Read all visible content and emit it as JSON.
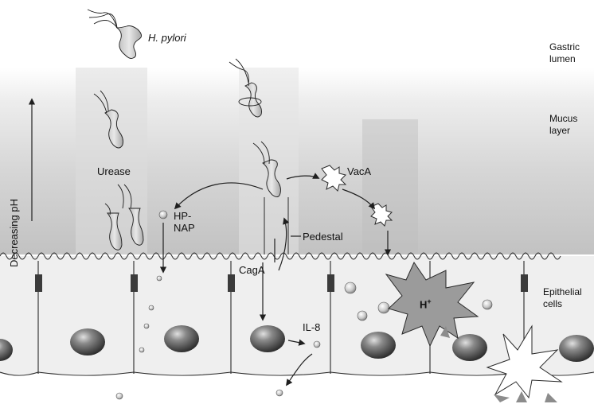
{
  "labels": {
    "pathogen": "H. pylori",
    "gastric_lumen": "Gastric\nlumen",
    "mucus_layer": "Mucus\nlayer",
    "epithelial_cells": "Epithelial\ncells",
    "ph_axis": "Decreasing pH",
    "urease": "Urease",
    "hp_nap": "HP-\nNAP",
    "vaca": "VacA",
    "pedestal": "Pedestal",
    "caga": "CagA",
    "il8": "IL-8",
    "h_ion": "H",
    "h_ion_sup": "+"
  },
  "colors": {
    "mucus": "#c9c9c9",
    "cell_fill": "#efefef",
    "outline": "#2a2a2a",
    "junction": "#3b3b3b",
    "damage": "#a9a9a9"
  }
}
